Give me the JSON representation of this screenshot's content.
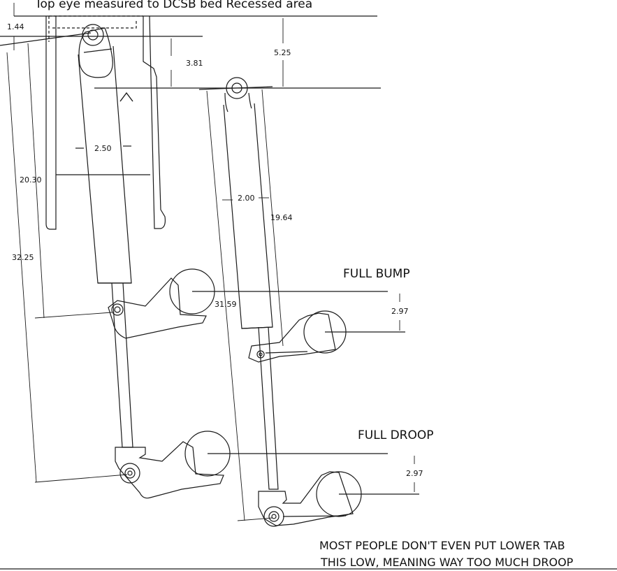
{
  "title": "Top eye measured to DCSB bed Recessed area",
  "labels": {
    "full_bump": "FULL BUMP",
    "full_droop": "FULL DROOP"
  },
  "note": {
    "line1": "MOST PEOPLE DON'T EVEN PUT LOWER TAB",
    "line2": "THIS LOW, MEANING WAY TOO MUCH DROOP"
  },
  "dimensions": {
    "top_offset": "1.44",
    "eye_to_bed": "3.81",
    "bed_to_second_eye": "5.25",
    "mount_width": "2.50",
    "eye_to_bump_tab": "20.30",
    "eye_to_droop_tab": "32.25",
    "shock2_width": "2.00",
    "shock2_compressed": "19.64",
    "shock2_extended": "31.59",
    "bump_difference": "2.97",
    "droop_difference": "2.97"
  },
  "colors": {
    "line": "#1a1a1a",
    "paper": "#ffffff"
  }
}
